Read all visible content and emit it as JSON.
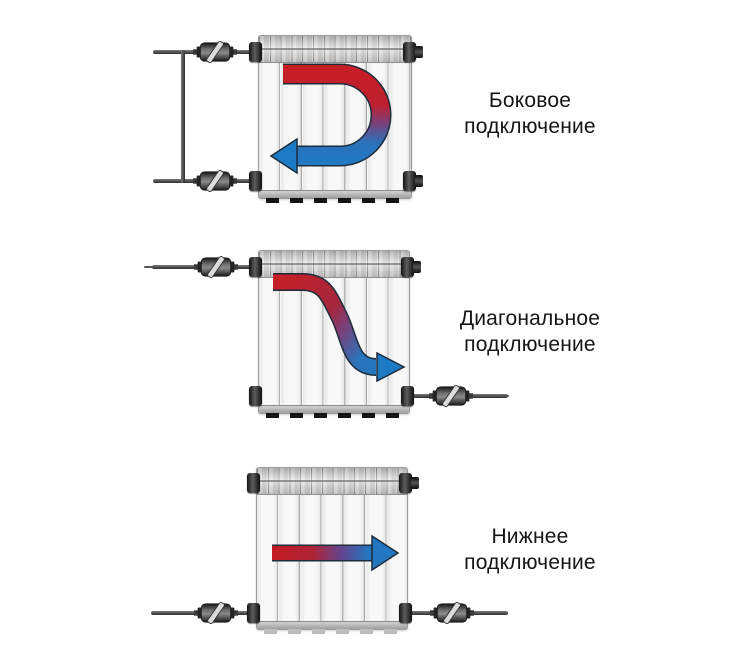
{
  "colors": {
    "hot_water": "#c71e24",
    "cold_water": "#1f7ac4",
    "transition": "#7a4079",
    "pipe": "#3f3f3f",
    "label_text": "#151515",
    "radiator_body": "#f0f0f0"
  },
  "diagrams": [
    {
      "id": "side",
      "flow_arrow": "u-turn-arrow-icon",
      "label": {
        "line1": "Боковое",
        "line2": "подключение"
      }
    },
    {
      "id": "diagonal",
      "flow_arrow": "s-curve-arrow-icon",
      "label": {
        "line1": "Диагональное",
        "line2": "подключение"
      }
    },
    {
      "id": "bottom",
      "flow_arrow": "straight-right-arrow-icon",
      "label": {
        "line1": "Нижнее",
        "line2": "подключение"
      }
    }
  ]
}
